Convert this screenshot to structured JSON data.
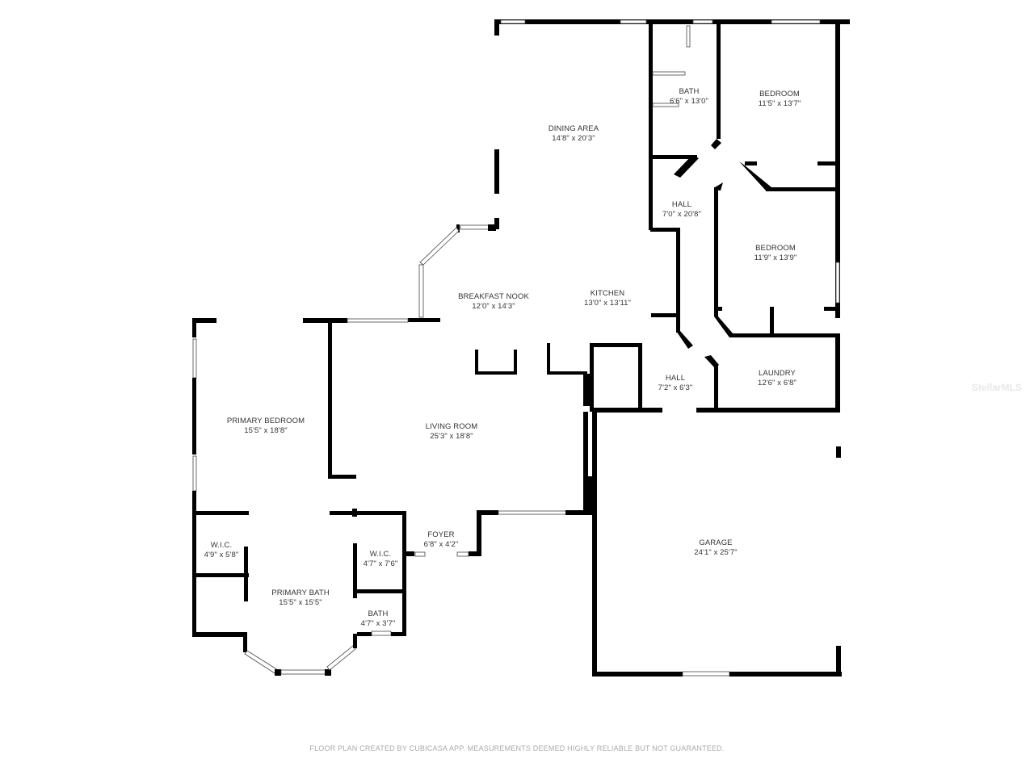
{
  "rooms": [
    {
      "name": "DINING AREA",
      "dim": "14'8\" x 20'3\""
    },
    {
      "name": "BATH",
      "dim": "6'6\" x 13'0\""
    },
    {
      "name": "BEDROOM",
      "dim": "11'5\" x 13'7\""
    },
    {
      "name": "HALL",
      "dim": "7'0\" x 20'8\""
    },
    {
      "name": "BEDROOM",
      "dim": "11'9\" x 13'9\""
    },
    {
      "name": "BREAKFAST NOOK",
      "dim": "12'0\" x 14'3\""
    },
    {
      "name": "KITCHEN",
      "dim": "13'0\" x 13'11\""
    },
    {
      "name": "HALL",
      "dim": "7'2\" x 6'3\""
    },
    {
      "name": "LAUNDRY",
      "dim": "12'6\" x 6'8\""
    },
    {
      "name": "PRIMARY BEDROOM",
      "dim": "15'5\" x 18'8\""
    },
    {
      "name": "LIVING ROOM",
      "dim": "25'3\" x 18'8\""
    },
    {
      "name": "W.I.C.",
      "dim": "4'9\" x 5'8\""
    },
    {
      "name": "PRIMARY BATH",
      "dim": "15'5\" x 15'5\""
    },
    {
      "name": "W.I.C.",
      "dim": "4'7\" x 7'6\""
    },
    {
      "name": "FOYER",
      "dim": "6'8\" x 4'2\""
    },
    {
      "name": "BATH",
      "dim": "4'7\" x 3'7\""
    },
    {
      "name": "GARAGE",
      "dim": "24'1\" x 25'7\""
    }
  ],
  "footer": "FLOOR PLAN CREATED BY CUBICASA APP. MEASUREMENTS DEEMED HIGHLY RELIABLE BUT NOT GUARANTEED.",
  "watermark": "StellarMLS",
  "colors": {
    "wall": "#000000",
    "text": "#333333",
    "footer": "#aaaaaa"
  }
}
